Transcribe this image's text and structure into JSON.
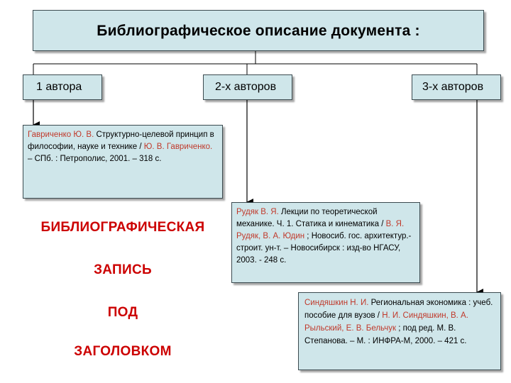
{
  "title": "Библиографическое описание документа :",
  "categories": {
    "one_author": "1 автора",
    "two_authors": "2-х авторов",
    "three_authors": "3-х авторов"
  },
  "example_one_author": {
    "r1": "Гавриченко Ю. В.",
    "t1": " Структурно-целевой принцип в философии, науке и технике / ",
    "r2": "Ю. В. Гавриченко.",
    "t2": " – СПб. : Петрополис, 2001. – 318 с."
  },
  "example_two_authors": {
    "r1": "Рудяк В. Я.",
    "t1": " Лекции по теоретической механике. Ч. 1. Статика и кинематика / ",
    "r2": "В. Я. Рудяк, В. А. Юдин",
    "t2": " ; Новосиб. гос. архитектур.-строит. ун-т. – Новосибирск : изд-во НГАСУ, 2003. - 248 с."
  },
  "example_three_authors": {
    "r1": "Синдяшкин Н. И.",
    "t1": " Региональная экономика : учеб. пособие для вузов / ",
    "r2": "Н. И. Синдяшкин, В. А. Рыльский, Е. В. Бельчук",
    "t2": " ; под ред. М. В. Степанова. – М. : ИНФРА-М, 2000. – 421 с."
  },
  "record_label": {
    "line1": "БИБЛИОГРАФИЧЕСКАЯ",
    "line2": "ЗАПИСЬ",
    "line3": "ПОД",
    "line4": "ЗАГОЛОВКОМ"
  },
  "colors": {
    "box_fill": "#cfe6ea",
    "accent_red": "#cc0000",
    "author_red": "#c0392b"
  }
}
